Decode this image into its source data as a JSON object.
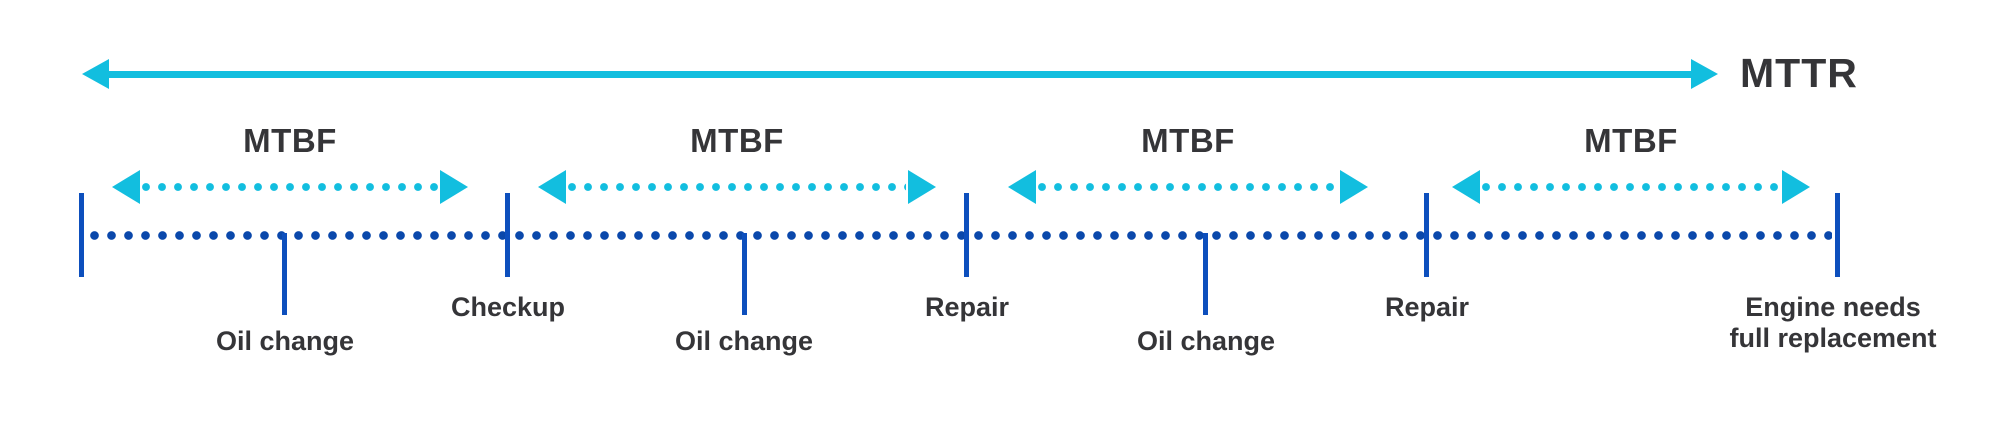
{
  "diagram": {
    "title_concepts": [
      "MTTR",
      "MTBF"
    ],
    "mttr": {
      "label": "MTTR"
    },
    "mtbf_segments": [
      {
        "label": "MTBF"
      },
      {
        "label": "MTBF"
      },
      {
        "label": "MTBF"
      },
      {
        "label": "MTBF"
      }
    ],
    "events": {
      "checkup": "Checkup",
      "repair_1": "Repair",
      "repair_2": "Repair",
      "oil_change_1": "Oil change",
      "oil_change_2": "Oil change",
      "oil_change_3": "Oil change",
      "end_line1": "Engine needs",
      "end_line2": "full replacement"
    },
    "colors": {
      "cyan_arrow": "#12bedf",
      "timeline_dot_blue": "#0a48ab",
      "tick_blue": "#0d4fbd",
      "label_text": "#353538",
      "background": "#ffffff"
    }
  }
}
